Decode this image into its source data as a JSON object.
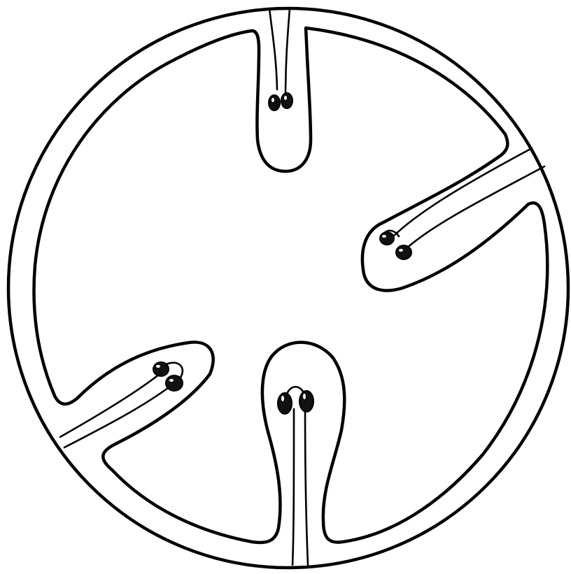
{
  "figure": {
    "description_visible_text": "",
    "ink_color": "#000000",
    "paper_color": "#ffffff",
    "lobes": [
      {
        "name": "top-lobe",
        "pair_count": 2
      },
      {
        "name": "right-lobe",
        "pair_count": 2
      },
      {
        "name": "bottom-lobe",
        "pair_count": 2
      },
      {
        "name": "left-lobe",
        "pair_count": 2
      }
    ]
  }
}
